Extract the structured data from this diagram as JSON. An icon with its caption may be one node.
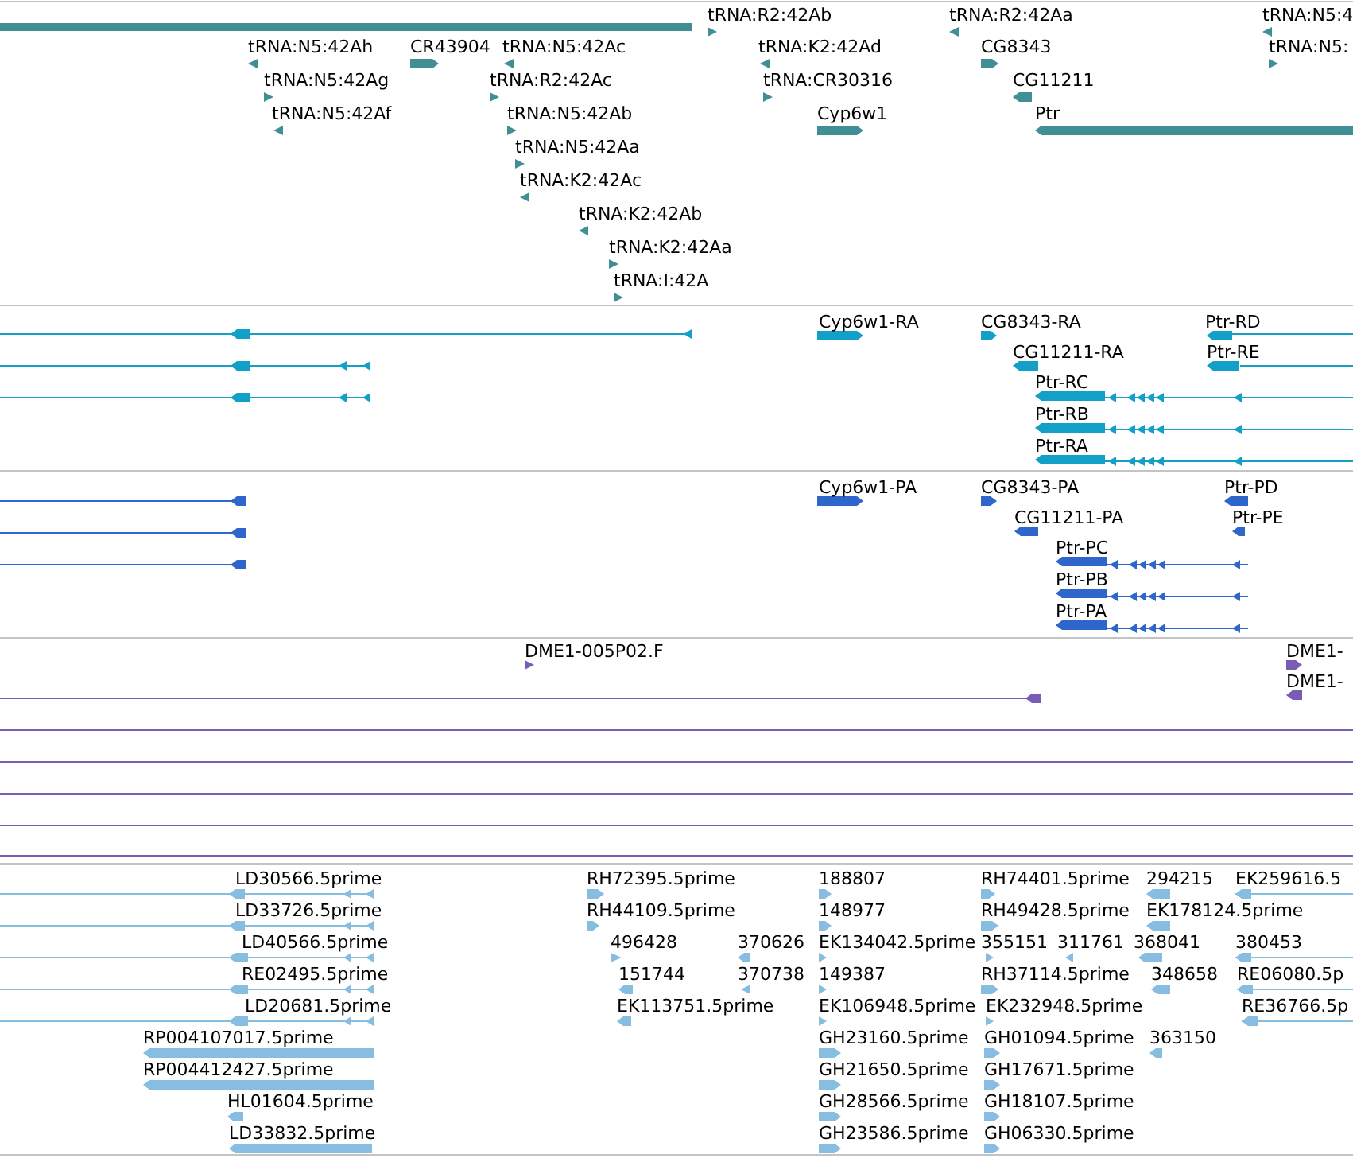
{
  "diagram": {
    "labels": [
      "tRNA:R2:42Ab",
      "tRNA:R2:42Aa",
      "tRNA:N5:4",
      "tRNA:N5:42Ah",
      "CR43904",
      "tRNA:N5:42Ac",
      "tRNA:K2:42Ad",
      "CG8343",
      "tRNA:N5:",
      "tRNA:N5:42Ag",
      "tRNA:R2:42Ac",
      "tRNA:CR30316",
      "CG11211",
      "tRNA:N5:42Af",
      "tRNA:N5:42Ab",
      "Cyp6w1",
      "Ptr",
      "tRNA:N5:42Aa",
      "tRNA:K2:42Ac",
      "tRNA:K2:42Ab",
      "tRNA:K2:42Aa",
      "tRNA:I:42A",
      "Cyp6w1-RA",
      "CG8343-RA",
      "Ptr-RD",
      "CG11211-RA",
      "Ptr-RE",
      "Ptr-RC",
      "Ptr-RB",
      "Ptr-RA",
      "Cyp6w1-PA",
      "CG8343-PA",
      "Ptr-PD",
      "CG11211-PA",
      "Ptr-PE",
      "Ptr-PC",
      "Ptr-PB",
      "Ptr-PA",
      "DME1-005P02.F",
      "DME1-",
      "DME1-",
      "LD30566.5prime",
      "RH72395.5prime",
      "188807",
      "RH74401.5prime",
      "294215",
      "EK259616.5",
      "LD33726.5prime",
      "RH44109.5prime",
      "148977",
      "RH49428.5prime",
      "EK178124.5prime",
      "LD40566.5prime",
      "496428",
      "370626",
      "EK134042.5prime",
      "355151",
      "311761",
      "368041",
      "380453",
      "RE02495.5prime",
      "151744",
      "370738",
      "149387",
      "RH37114.5prime",
      "348658",
      "RE06080.5p",
      "LD20681.5prime",
      "EK113751.5prime",
      "EK106948.5prime",
      "EK232948.5prime",
      "RE36766.5p",
      "RP004107017.5prime",
      "GH23160.5prime",
      "GH01094.5prime",
      "363150",
      "RP004412427.5prime",
      "GH21650.5prime",
      "GH17671.5prime",
      "HL01604.5prime",
      "GH28566.5prime",
      "GH18107.5prime",
      "LD33832.5prime",
      "GH23586.5prime",
      "GH06330.5prime"
    ]
  }
}
